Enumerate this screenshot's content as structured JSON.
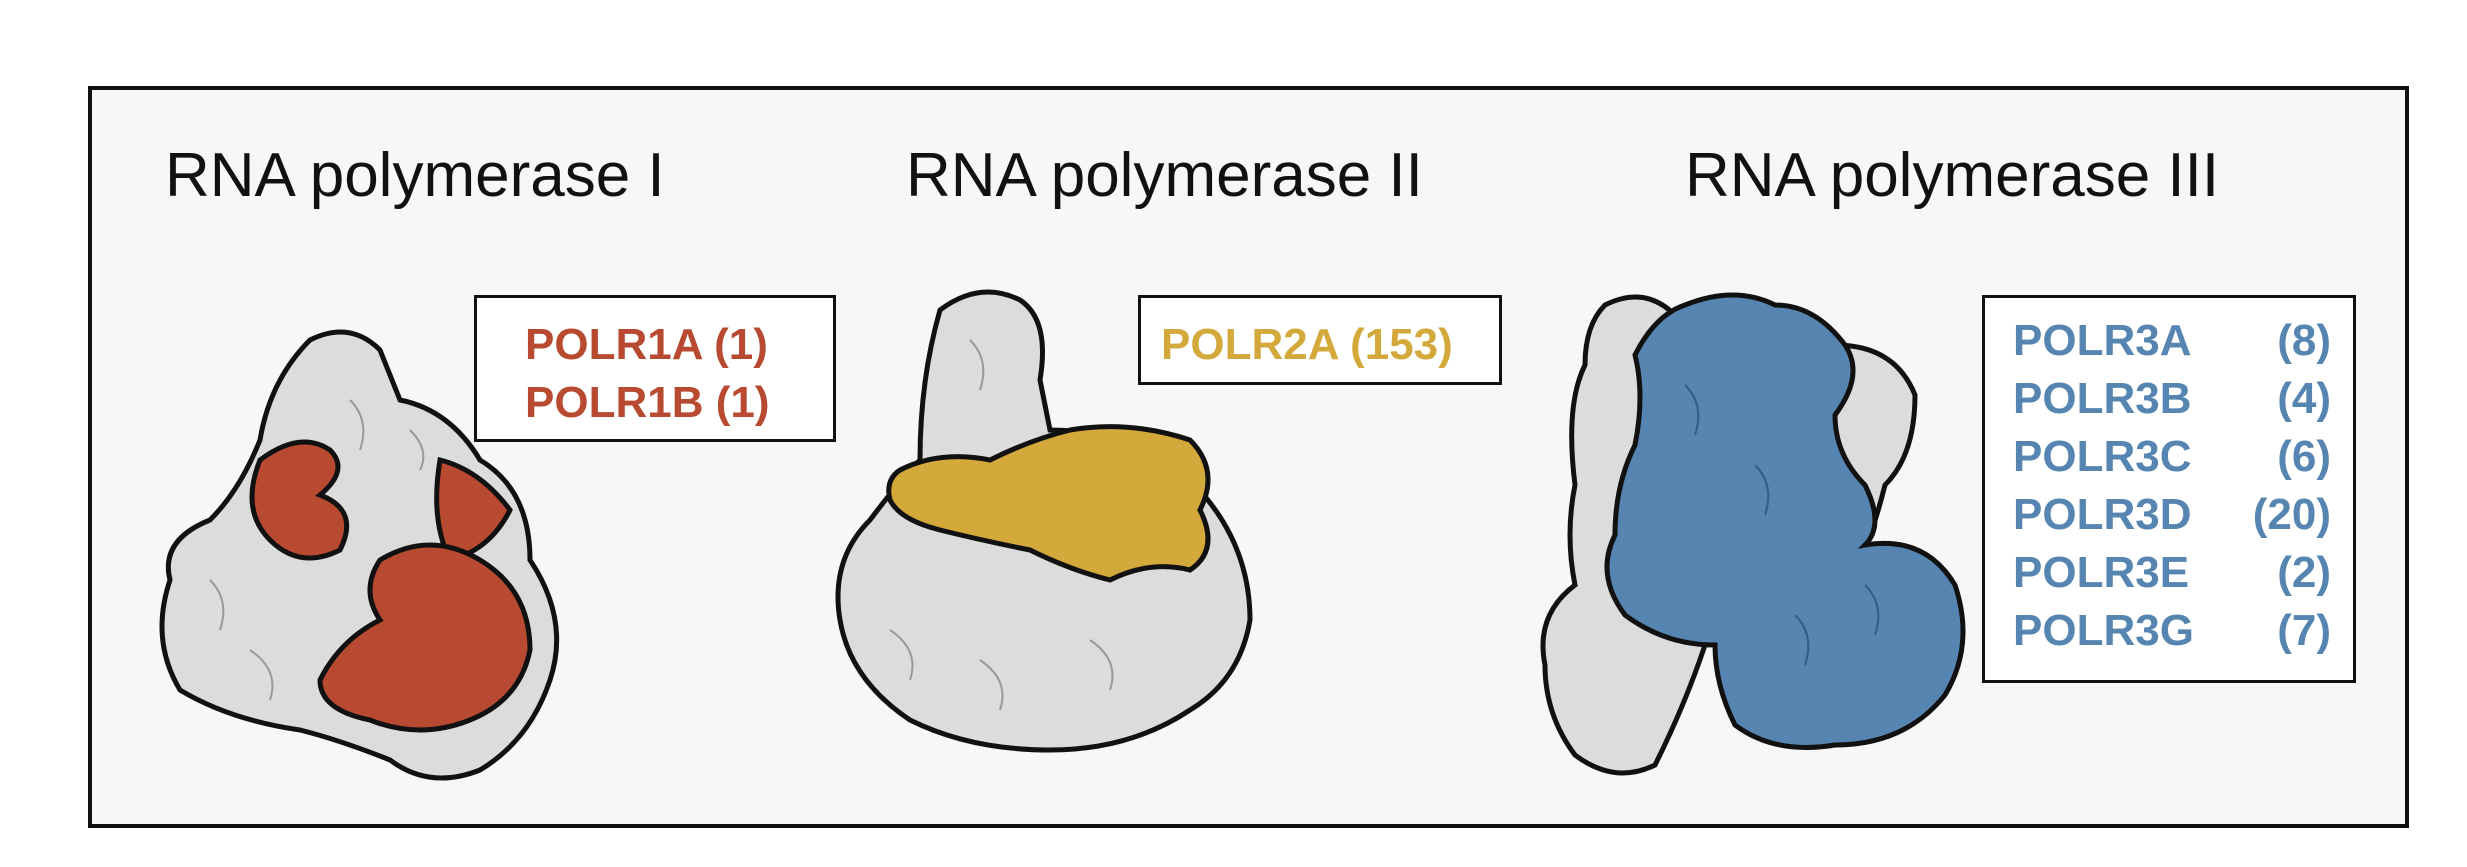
{
  "colors": {
    "pol1": "#b84a32",
    "pol2": "#d4a93c",
    "pol3": "#5585b0",
    "grey": "#dcdcdc",
    "outline": "#111111",
    "panel": "#f7f7f7"
  },
  "panels": [
    {
      "title": "RNA polymerase I",
      "genes": [
        {
          "name": "POLR1A",
          "count": "(1)"
        },
        {
          "name": "POLR1B",
          "count": "(1)"
        }
      ]
    },
    {
      "title": "RNA polymerase II",
      "genes": [
        {
          "name": "POLR2A",
          "count": "(153)"
        }
      ]
    },
    {
      "title": "RNA polymerase III",
      "genes": [
        {
          "name": "POLR3A",
          "count": "(8)"
        },
        {
          "name": "POLR3B",
          "count": "(4)"
        },
        {
          "name": "POLR3C",
          "count": "(6)"
        },
        {
          "name": "POLR3D",
          "count": "(20)"
        },
        {
          "name": "POLR3E",
          "count": "(2)"
        },
        {
          "name": "POLR3G",
          "count": "(7)"
        }
      ]
    }
  ]
}
